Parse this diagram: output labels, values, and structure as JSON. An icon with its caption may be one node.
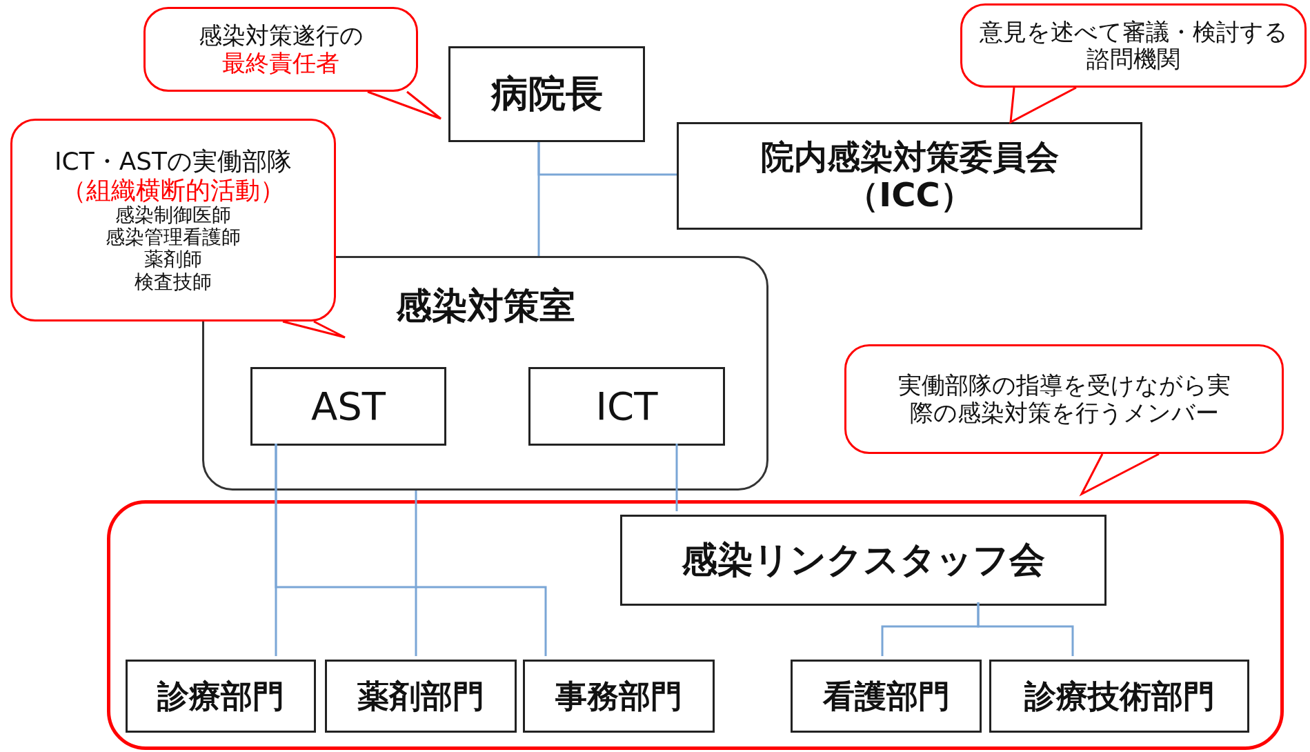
{
  "diagram": {
    "nodes": [
      {
        "text": [
          "感染対策遂行の",
          "最終責任者"
        ]
      },
      {
        "text": [
          "病院長"
        ]
      },
      {
        "text": [
          "意見を述べて審議・検討する諮問機関"
        ]
      },
      {
        "text": [
          "ICT・ASTの実働部隊",
          "（組織横断的活動）",
          "感染制御医師",
          "感染管理看護師",
          "薬剤師",
          "検査技師"
        ]
      },
      {
        "text": [
          "院内感染対策委員会（ICC）"
        ]
      },
      {
        "text": [
          "感染対策室"
        ]
      },
      {
        "text": [
          "AST"
        ],
        "in": 5
      },
      {
        "text": [
          "ICT"
        ],
        "in": 5
      },
      {
        "text": [
          "実働部隊の指導を受けながら実際の感染対策を行うメンバー"
        ]
      },
      {
        "text": [],
        "shape": "box"
      },
      {
        "text": [
          "感染リンクスタッフ会"
        ],
        "in": 9
      },
      {
        "text": [
          "診療部門"
        ],
        "in": 9
      },
      {
        "text": [
          "薬剤部門"
        ],
        "in": 9
      },
      {
        "text": [
          "事務部門"
        ],
        "in": 9
      },
      {
        "text": [
          "看護部門"
        ],
        "in": 9
      },
      {
        "text": [
          "診療技術部門"
        ],
        "in": 9
      }
    ],
    "edges": [
      {
        "from": 0,
        "to": 1,
        "arrow": "none",
        "color": "#ff0000"
      },
      {
        "from": 1,
        "to": 4,
        "arrow": "none"
      },
      {
        "from": 1,
        "to": 5,
        "arrow": "none"
      },
      {
        "from": 2,
        "to": 4,
        "arrow": "none",
        "color": "#ff0000"
      },
      {
        "from": 3,
        "to": 5,
        "arrow": "none",
        "color": "#ff0000"
      },
      {
        "from": 6,
        "to": 11,
        "arrow": "none"
      },
      {
        "from": 6,
        "to": 13,
        "arrow": "none"
      },
      {
        "from": 5,
        "to": 12,
        "arrow": "none"
      },
      {
        "from": 7,
        "to": 10,
        "arrow": "none"
      },
      {
        "from": 8,
        "to": 9,
        "arrow": "none",
        "color": "#ff0000"
      },
      {
        "from": 10,
        "to": 14,
        "arrow": "none"
      },
      {
        "from": 10,
        "to": 15,
        "arrow": "none"
      }
    ]
  }
}
